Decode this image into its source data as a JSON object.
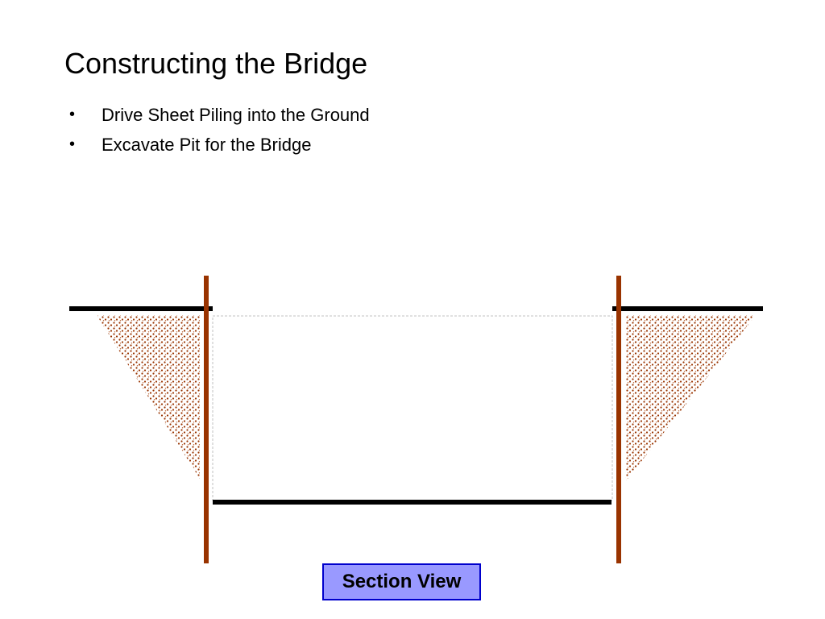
{
  "slide": {
    "title": "Constructing the Bridge",
    "bullets": [
      {
        "marker": "•",
        "text": "Drive Sheet Piling into the Ground"
      },
      {
        "marker": "•",
        "text": "Excavate Pit for the Bridge"
      }
    ]
  },
  "diagram": {
    "label": "Section View",
    "colors": {
      "piling": "#993300",
      "ground_line": "#000000",
      "soil_dots": "#993300",
      "pit_outline": "#c0c0c0",
      "label_fill": "#9999ff",
      "label_border": "#0000cc"
    }
  }
}
